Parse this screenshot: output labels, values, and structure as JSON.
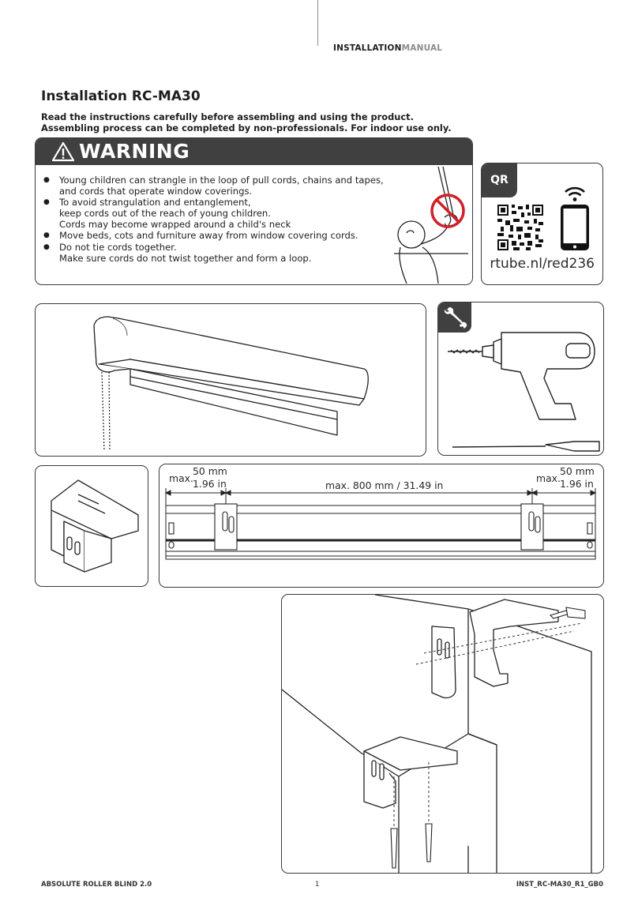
{
  "header": {
    "prefix": "INSTALLATION",
    "suffix": "MANUAL"
  },
  "title": "Installation RC-MA30",
  "intro": [
    "Read the instructions carefully before assembling and using the product.",
    "Assembling process can be completed by non-professionals. For indoor use only."
  ],
  "warning": {
    "heading": "WARNING",
    "items": [
      [
        "Young children can strangle in the loop of pull cords, chains and tapes,",
        "and cords that operate window coverings."
      ],
      [
        "To avoid strangulation and entanglement,",
        "keep cords out of the reach of young children.",
        "Cords may become wrapped around a child's neck"
      ],
      [
        "Move beds, cots and furniture away from window covering cords."
      ],
      [
        "Do not tie cords together.",
        "Make sure cords do not twist together and form a loop."
      ]
    ]
  },
  "qr": {
    "badge": "QR",
    "url": "rtube.nl/red236"
  },
  "dimensions": {
    "left_max": "max.",
    "left_mm": "50 mm",
    "left_in": "1.96 in",
    "center": "max. 800 mm / 31.49 in",
    "right_max": "max.",
    "right_mm": "50 mm",
    "right_in": "1.96 in"
  },
  "footer": {
    "left": "ABSOLUTE ROLLER BLIND 2.0",
    "page": "1",
    "right": "INST_RC-MA30_R1_GB0"
  },
  "colors": {
    "panel_dark": "#404040",
    "warning_red": "#d0202a"
  }
}
